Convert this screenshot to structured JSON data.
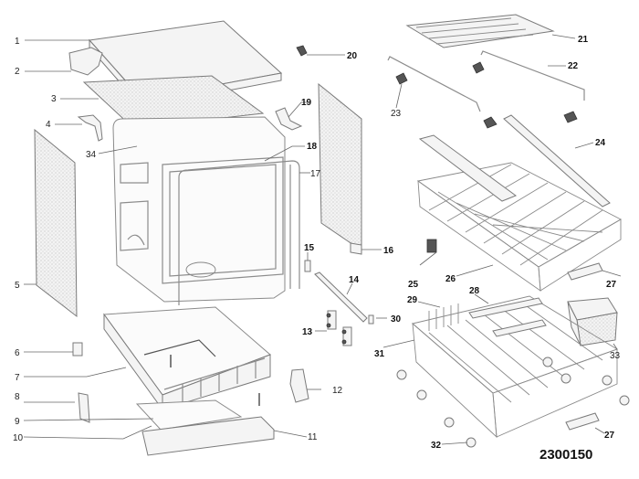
{
  "diagram": {
    "title": "Dishwasher exploded parts diagram",
    "diagram_id": "2300150",
    "callouts": [
      {
        "num": "1",
        "bold": false
      },
      {
        "num": "2",
        "bold": false
      },
      {
        "num": "3",
        "bold": false
      },
      {
        "num": "4",
        "bold": false
      },
      {
        "num": "5",
        "bold": false
      },
      {
        "num": "6",
        "bold": false
      },
      {
        "num": "7",
        "bold": false
      },
      {
        "num": "8",
        "bold": false
      },
      {
        "num": "9",
        "bold": false
      },
      {
        "num": "10",
        "bold": false
      },
      {
        "num": "11",
        "bold": false
      },
      {
        "num": "12",
        "bold": false
      },
      {
        "num": "13",
        "bold": true
      },
      {
        "num": "14",
        "bold": true
      },
      {
        "num": "15",
        "bold": true
      },
      {
        "num": "16",
        "bold": true
      },
      {
        "num": "17",
        "bold": false
      },
      {
        "num": "18",
        "bold": true
      },
      {
        "num": "19",
        "bold": true
      },
      {
        "num": "20",
        "bold": true
      },
      {
        "num": "21",
        "bold": true
      },
      {
        "num": "22",
        "bold": true
      },
      {
        "num": "23",
        "bold": false
      },
      {
        "num": "24",
        "bold": true
      },
      {
        "num": "25",
        "bold": true
      },
      {
        "num": "26",
        "bold": true
      },
      {
        "num": "27",
        "bold": true
      },
      {
        "num": "27",
        "bold": true
      },
      {
        "num": "28",
        "bold": true
      },
      {
        "num": "29",
        "bold": true
      },
      {
        "num": "30",
        "bold": true
      },
      {
        "num": "31",
        "bold": true
      },
      {
        "num": "32",
        "bold": true
      },
      {
        "num": "33",
        "bold": false
      },
      {
        "num": "34",
        "bold": false
      }
    ]
  }
}
